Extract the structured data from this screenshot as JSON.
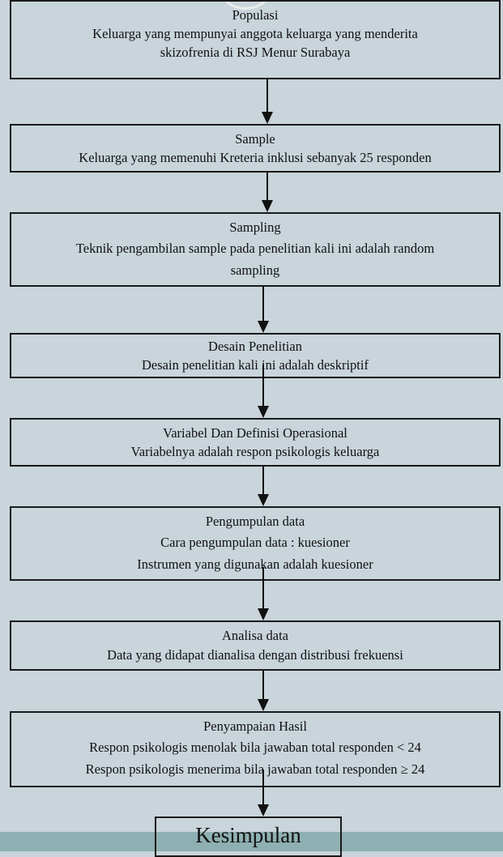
{
  "steps": {
    "populasi": {
      "title": "Populasi",
      "lines": [
        "Keluarga yang mempunyai anggota keluarga yang menderita",
        "skizofrenia di RSJ Menur Surabaya"
      ]
    },
    "sample": {
      "title": "Sample",
      "lines": [
        "Keluarga yang memenuhi Kreteria inklusi sebanyak 25 responden"
      ]
    },
    "sampling": {
      "title": "Sampling",
      "lines": [
        "Teknik pengambilan sample pada penelitian kali ini adalah random",
        "sampling"
      ]
    },
    "desain": {
      "title": "Desain Penelitian",
      "lines": [
        "Desain penelitian kali ini adalah deskriptif"
      ]
    },
    "variabel": {
      "title": "Variabel Dan Definisi Operasional",
      "lines": [
        "Variabelnya adalah respon psikologis keluarga"
      ]
    },
    "pengumpulan": {
      "title": "Pengumpulan data",
      "lines": [
        "Cara pengumpulan data : kuesioner",
        "Instrumen yang digunakan adalah kuesioner"
      ]
    },
    "analisa": {
      "title": "Analisa data",
      "lines": [
        "Data yang didapat dianalisa dengan distribusi frekuensi"
      ]
    },
    "penyampaian": {
      "title": "Penyampaian Hasil",
      "lines": [
        "Respon psikologis menolak bila jawaban total responden   <  24",
        "Respon psikologis menerima bila jawaban total responden ≥ 24"
      ]
    },
    "kesimpulan": {
      "title": "Kesimpulan"
    }
  }
}
